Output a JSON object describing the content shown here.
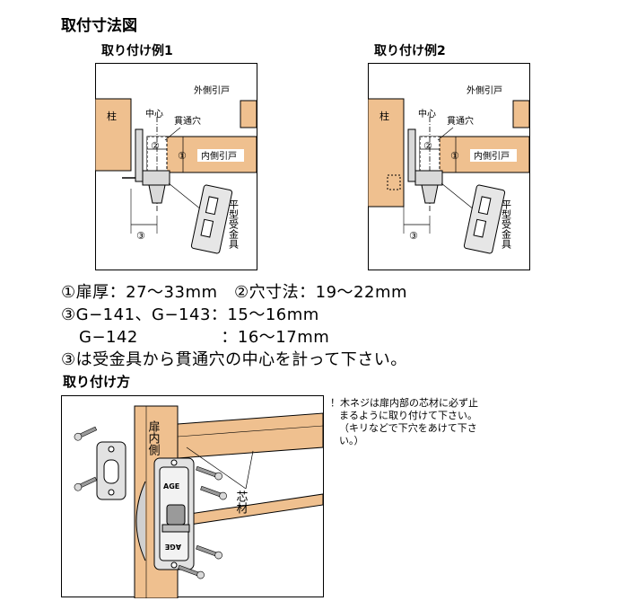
{
  "title": "取付寸法図",
  "example1": {
    "heading": "取り付け例1",
    "label_pillar": "柱",
    "label_center": "中心",
    "label_hole": "貫通穴",
    "label_outer_door": "外側引戸",
    "label_inner_door": "内側引戸",
    "label_plate": "平型受金具",
    "mark1": "①",
    "mark2": "②",
    "mark3": "③"
  },
  "example2": {
    "heading": "取り付け例2",
    "label_pillar": "柱",
    "label_center": "中心",
    "label_hole": "貫通穴",
    "label_outer_door": "外側引戸",
    "label_inner_door": "内側引戸",
    "label_plate": "平型受金具",
    "mark1": "①",
    "mark2": "②",
    "mark3": "③"
  },
  "specs": {
    "line1": "①扉厚：27～33mm　②穴寸法：19～22mm",
    "line2": "③G−141、G−143：15～16mm",
    "line3": "G−142　　　　　：16～17mm",
    "line4": "③は受金具から貫通穴の中心を計って下さい。"
  },
  "install": {
    "heading": "取り付け方",
    "label_door_inside": "扉内側",
    "label_core": "芯材",
    "logo_text": "AGE",
    "note_line1": "！木ネジは扉内部の芯材に必ず止",
    "note_line2": "まるように取り付けて下さい。",
    "note_line3": "（キリなどで下穴をあけて下さ",
    "note_line4": "い。）"
  },
  "colors": {
    "wood": "#efc08f",
    "wood_stroke": "#000000",
    "metal": "#d9d9d9",
    "metal_dark": "#9a9a9a"
  }
}
